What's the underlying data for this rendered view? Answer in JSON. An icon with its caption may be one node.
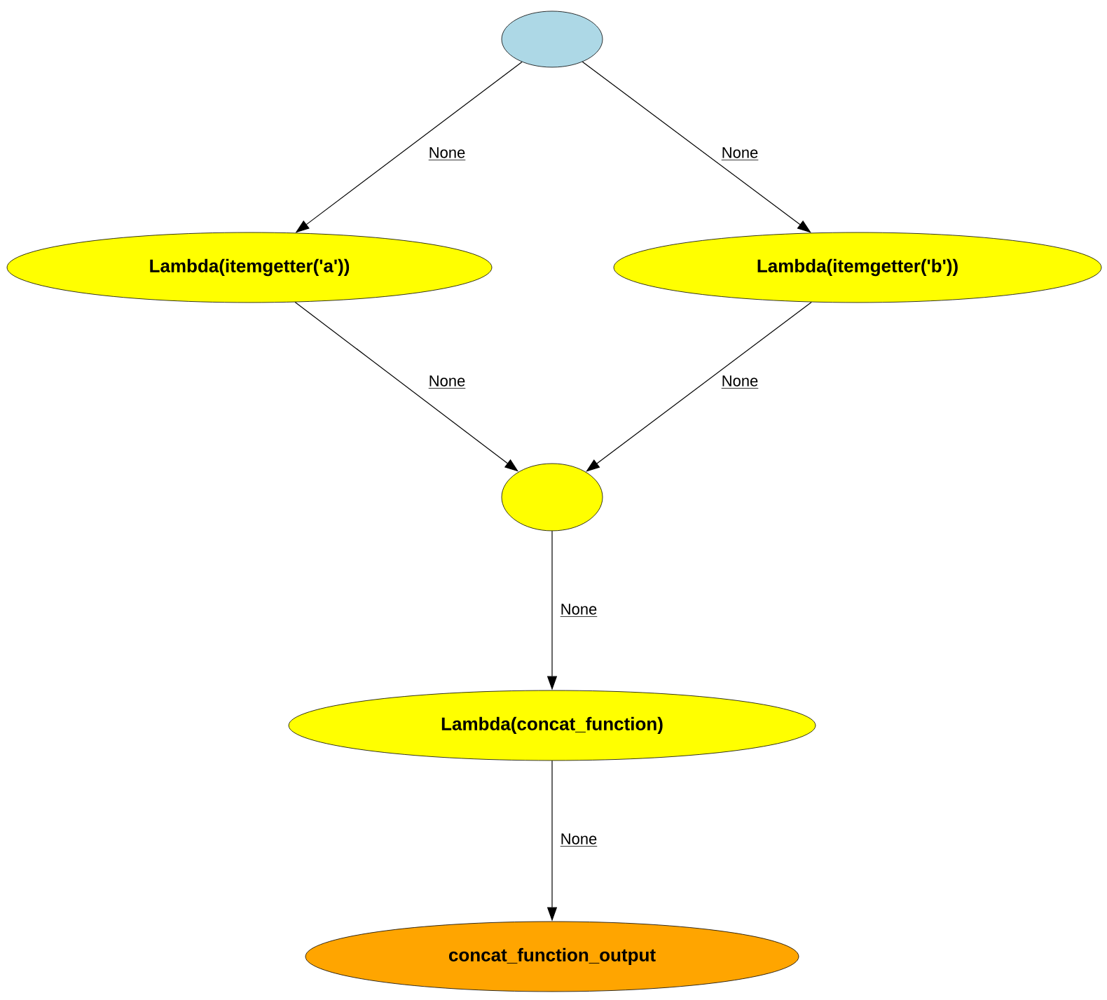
{
  "diagram": {
    "nodes": [
      {
        "text": [],
        "shape": "ellipse"
      },
      {
        "text": [
          "Lambda(itemgetter('a'))"
        ]
      },
      {
        "text": [
          "Lambda(itemgetter('b'))"
        ]
      },
      {
        "text": [],
        "shape": "ellipse"
      },
      {
        "text": [
          "Lambda(concat_function)"
        ]
      },
      {
        "text": [
          "concat_function_output"
        ]
      }
    ],
    "edges": [
      {
        "from": 0,
        "to": 1,
        "arrow": "to",
        "label": "None"
      },
      {
        "from": 0,
        "to": 2,
        "arrow": "to",
        "label": "None"
      },
      {
        "from": 1,
        "to": 3,
        "arrow": "to",
        "label": "None"
      },
      {
        "from": 2,
        "to": 3,
        "arrow": "to",
        "label": "None"
      },
      {
        "from": 3,
        "to": 4,
        "arrow": "to",
        "label": "None"
      },
      {
        "from": 4,
        "to": 5,
        "arrow": "to",
        "label": "None"
      }
    ]
  }
}
